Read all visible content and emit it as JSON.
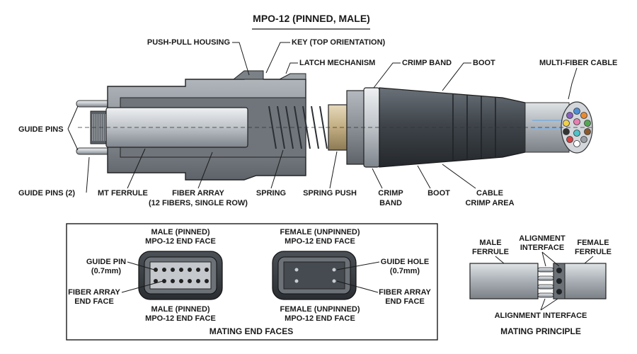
{
  "title": "MPO-12 (PINNED, MALE)",
  "labels": {
    "push_pull_housing": "PUSH-PULL HOUSING",
    "key": "KEY (TOP ORIENTATION)",
    "latch": "LATCH MECHANISM",
    "crimp_band_top": "CRIMP BAND",
    "boot_top": "BOOT",
    "cable": "MULTI-FIBER CABLE",
    "guide_pins": "GUIDE PINS",
    "guide_pins_2": "GUIDE PINS (2)",
    "mt_ferrule": "MT FERRULE",
    "fiber_array_1": "FIBER ARRAY",
    "fiber_array_2": "(12 FIBERS, SINGLE ROW)",
    "spring": "SPRING",
    "spring_push": "SPRING PUSH",
    "crimp_band_bottom_1": "CRIMP",
    "crimp_band_bottom_2": "BAND",
    "boot_bottom": "BOOT",
    "cable_crimp_1": "CABLE",
    "cable_crimp_2": "CRIMP AREA"
  },
  "end_faces": {
    "caption": "MATING END FACES",
    "male_top_1": "MALE (PINNED)",
    "male_top_2": "MPO-12 END FACE",
    "male_bottom_1": "MALE (PINNED)",
    "male_bottom_2": "MPO-12 END FACE",
    "female_top_1": "FEMALE (UNPINNED)",
    "female_top_2": "MPO-12 END FACE",
    "female_bottom_1": "FEMALE (UNPINNED)",
    "female_bottom_2": "MPO-12 END FACE",
    "guide_pin_1": "GUIDE PIN",
    "guide_pin_2": "(0.7mm)",
    "fiber_face_left_1": "FIBER ARRAY",
    "fiber_face_left_2": "END FACE",
    "guide_hole_1": "GUIDE HOLE",
    "guide_hole_2": "(0.7mm)",
    "fiber_face_right_1": "FIBER ARRAY",
    "fiber_face_right_2": "END FACE"
  },
  "mating": {
    "caption": "MATING PRINCIPLE",
    "male_1": "MALE",
    "male_2": "FERRULE",
    "align_1": "ALIGNMENT",
    "align_2": "INTERFACE",
    "female_1": "FEMALE",
    "female_2": "FERRULE",
    "align_bottom": "ALIGNMENT INTERFACE"
  },
  "colors": {
    "ink": "#1a1a1a",
    "housing": "#8d9399",
    "metal": "#c9cdd1",
    "boot": "#3f444a",
    "spring_push": "#c8b48a",
    "cable_sheath": "#b7bcc2"
  }
}
